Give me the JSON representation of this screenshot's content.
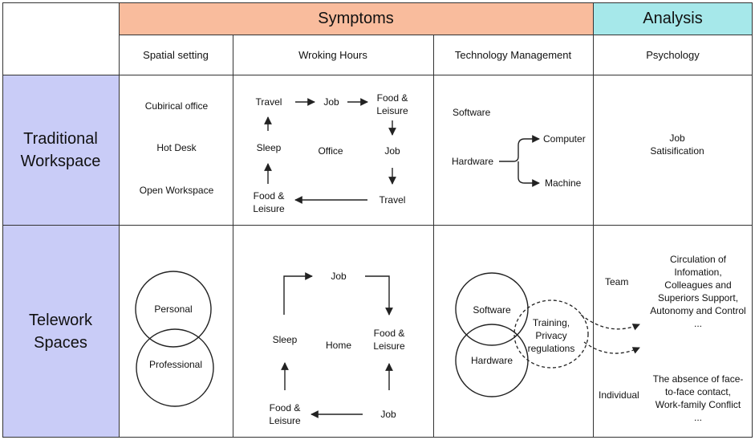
{
  "header": {
    "symptoms": "Symptoms",
    "analysis": "Analysis"
  },
  "columns": [
    "Spatial setting",
    "Wroking Hours",
    "Technology Management",
    "Psychology"
  ],
  "rows": {
    "traditional": "Traditional\nWorkspace",
    "telework": "Telework\nSpaces"
  },
  "traditional": {
    "spatial": [
      "Cubirical office",
      "Hot Desk",
      "Open Workspace"
    ],
    "hours": {
      "travel_top": "Travel",
      "job_top": "Job",
      "food_top": "Food &\nLeisure",
      "sleep": "Sleep",
      "center": "Office",
      "job_mid": "Job",
      "food_bottom": "Food &\nLeisure",
      "travel_bottom": "Travel"
    },
    "tech": {
      "software": "Software",
      "hardware": "Hardware",
      "computer": "Computer",
      "machine": "Machine"
    },
    "psych": "Job\nSatisification"
  },
  "telework": {
    "spatial": {
      "personal": "Personal",
      "professional": "Professional"
    },
    "hours": {
      "job_top": "Job",
      "sleep": "Sleep",
      "center": "Home",
      "food_right": "Food &\nLeisure",
      "food_bottom": "Food &\nLeisure",
      "job_bottom": "Job"
    },
    "tech": {
      "software": "Software",
      "hardware": "Hardware",
      "overlap": "Training,\nPrivacy\nregulations"
    },
    "psych": {
      "team": "Team",
      "team_items": "Circulation of\nInfomation,\nColleagues and\nSuperiors Support,\nAutonomy and Control\n...",
      "individual": "Individual",
      "individual_items": "The absence of face-\nto-face contact,\nWork-family Conflict\n..."
    }
  },
  "colors": {
    "symptoms": "#f9bc9d",
    "analysis": "#a6e8ea",
    "row_label": "#c9ccf7"
  }
}
